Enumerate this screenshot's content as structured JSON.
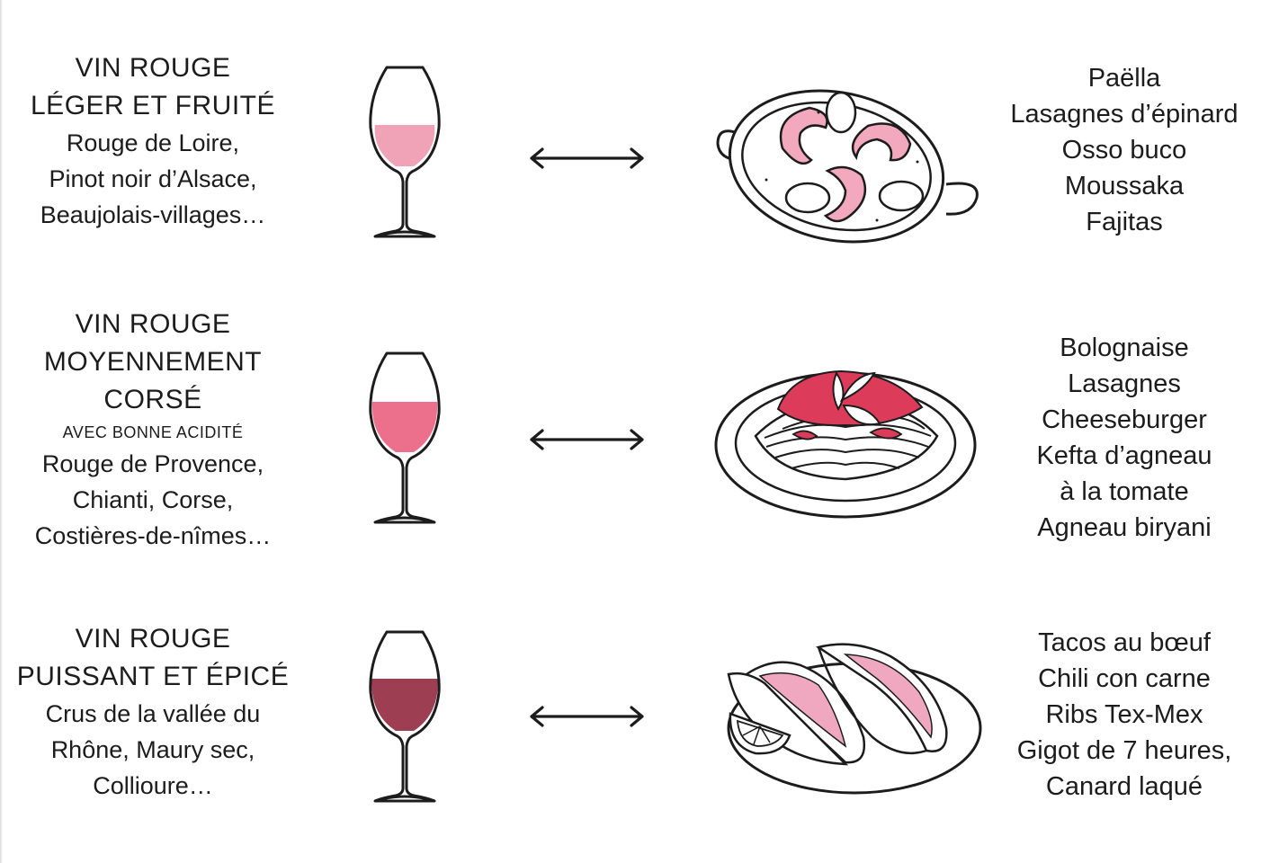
{
  "colors": {
    "wine_light": "#f0a2b7",
    "wine_medium": "#ec6f8c",
    "wine_deep": "#9e3e52",
    "shrimp_pink": "#f3a9bd",
    "sauce_red": "#dc3c5a",
    "taco_pink": "#f0a8c0",
    "ink": "#1c1c1c"
  },
  "sections": [
    {
      "title": "VIN ROUGE\nLÉGER ET FRUITÉ",
      "note": "",
      "examples": "Rouge de Loire,\nPinot noir d’Alsace,\nBeaujolais-villages…",
      "glass_fill_level": 0.35,
      "glass_color": "#f0a2b7",
      "dish_icon": "paella-pan-icon",
      "pairings": [
        "Paëlla",
        "Lasagnes d’épinard",
        "Osso buco",
        "Moussaka",
        "Fajitas"
      ]
    },
    {
      "title": "VIN ROUGE\nMOYENNEMENT\nCORSÉ",
      "note": "AVEC BONNE ACIDITÉ",
      "examples": "Rouge de Provence,\nChianti, Corse,\nCostières-de-nîmes…",
      "glass_fill_level": 0.45,
      "glass_color": "#ec6f8c",
      "dish_icon": "spaghetti-plate-icon",
      "pairings": [
        "Bolognaise",
        "Lasagnes",
        "Cheeseburger",
        "Kefta d’agneau",
        "à la tomate",
        "Agneau biryani"
      ]
    },
    {
      "title": "VIN ROUGE\nPUISSANT ET ÉPICÉ",
      "note": "",
      "examples": "Crus de la vallée du\nRhône, Maury sec,\nCollioure…",
      "glass_fill_level": 0.5,
      "glass_color": "#9e3e52",
      "dish_icon": "tacos-plate-icon",
      "pairings": [
        "Tacos au bœuf",
        "Chili con carne",
        "Ribs Tex-Mex",
        "Gigot de 7 heures,",
        "Canard laqué"
      ]
    }
  ]
}
